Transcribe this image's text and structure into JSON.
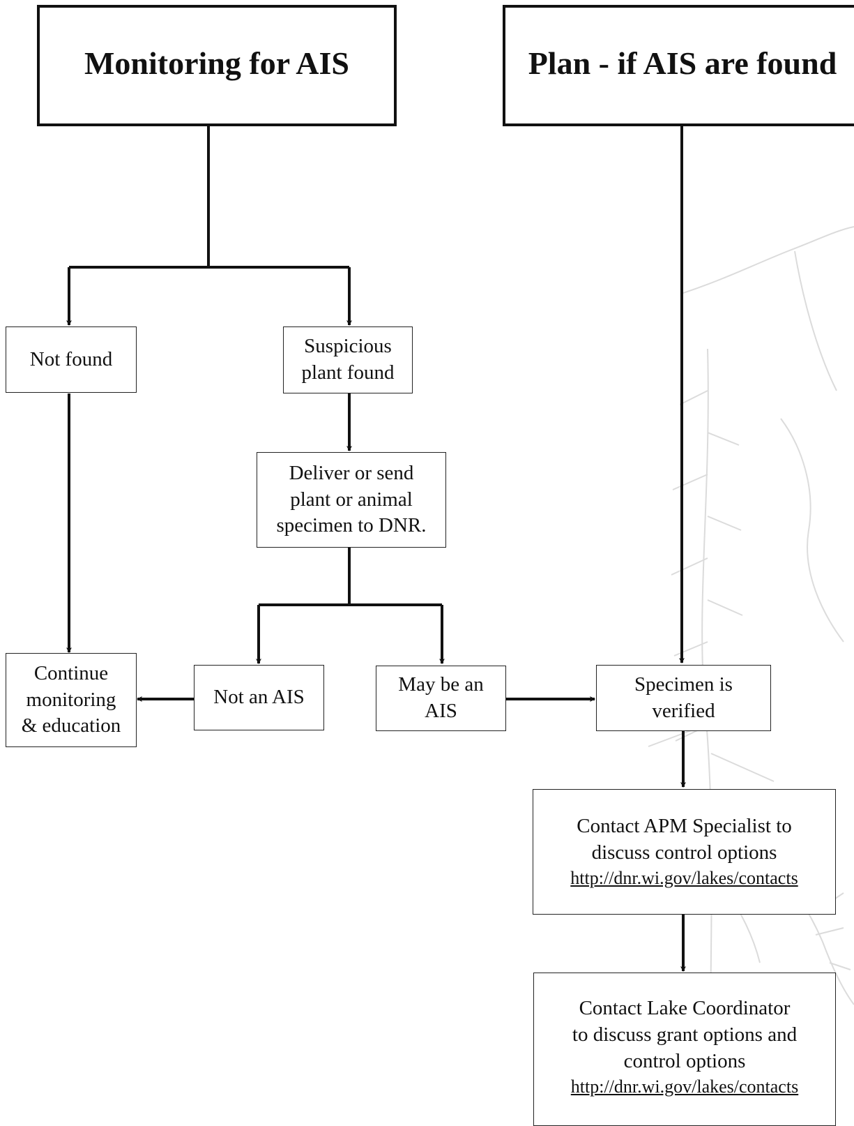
{
  "headers": {
    "monitoring": "Monitoring for AIS",
    "plan": "Plan - if AIS are found"
  },
  "nodes": {
    "not_found": [
      "Not found"
    ],
    "suspicious": [
      "Suspicious",
      "plant found"
    ],
    "deliver": [
      "Deliver or send",
      "plant or animal",
      "specimen to DNR."
    ],
    "continue": [
      "Continue",
      "monitoring",
      "& education"
    ],
    "not_ais": [
      "Not an AIS"
    ],
    "may_be_ais": [
      "May be an",
      "AIS"
    ],
    "verified": [
      "Specimen is",
      "verified"
    ],
    "contact_apm": [
      "Contact APM Specialist to",
      "discuss control options"
    ],
    "contact_lake": [
      "Contact Lake Coordinator",
      "to discuss grant options and",
      "control options"
    ]
  },
  "links": {
    "apm_url": "http://dnr.wi.gov/lakes/contacts",
    "lake_url": "http://dnr.wi.gov/lakes/contacts"
  },
  "colors": {
    "stroke": "#111111",
    "background_art": "#b9b9b9"
  }
}
